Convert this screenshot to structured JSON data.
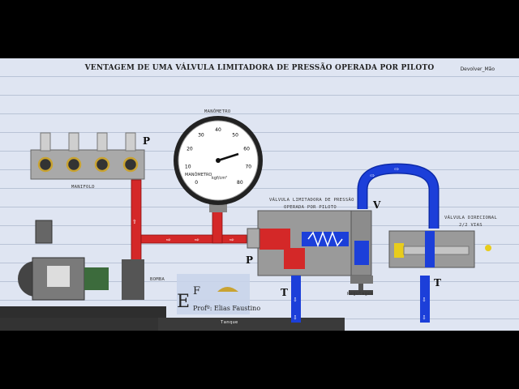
{
  "header": {
    "title": "VENTAGEM DE UMA VÁLVULA LIMITADORA DE PRESSÃO OPERADA POR PILOTO",
    "back_link": "Devolver_Mão"
  },
  "labels": {
    "manometro": "MANÔMETRO",
    "manifold": "MANIFOLD",
    "bomba": "BOMBA",
    "tanque": "Tanque",
    "valvula_limitadora": [
      "VÁLVULA LIMITADORA DE PRESSÃO",
      "OPERADA POR PILOTO"
    ],
    "valvula_direcional": [
      "VÁLVULA DIRECIONAL",
      "2/2 VIAS"
    ],
    "regulagem": "Regulagem",
    "port_p_manifold": "P",
    "port_p_valve": "P",
    "port_t_valve": "T",
    "port_v": "V",
    "port_t_dir": "T",
    "professor": "Profº: Elias Faustino",
    "logo_letters": [
      "E",
      "F"
    ]
  },
  "gauge": {
    "unit": "kgf/cm²",
    "brand": "MANÔMETRO",
    "ticks": [
      "0",
      "10",
      "20",
      "30",
      "40",
      "50",
      "60",
      "70",
      "80"
    ]
  },
  "colors": {
    "pressure": "#d42828",
    "tank": "#1c3fd9",
    "pilot": "#1c3fd9",
    "body": "#9a9a9a",
    "background": "#dfe5f2"
  }
}
